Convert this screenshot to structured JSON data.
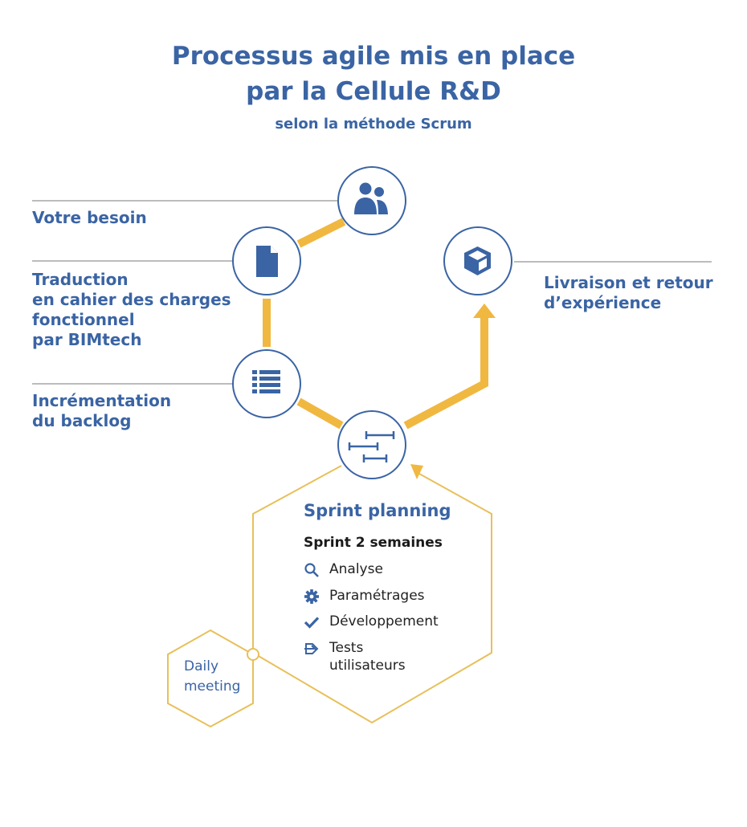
{
  "header": {
    "title_line1": "Processus agile mis en place",
    "title_line2": "par la Cellule R&D",
    "subtitle": "selon la méthode Scrum"
  },
  "steps": {
    "besoin": {
      "label": "Votre besoin",
      "icon": "users-icon"
    },
    "traduction": {
      "lines": [
        "Traduction",
        "en cahier des charges",
        "fonctionnel",
        "par BIMtech"
      ],
      "icon": "document-icon"
    },
    "backlog": {
      "lines": [
        "Incrémentation",
        "du backlog"
      ],
      "icon": "list-icon"
    },
    "livraison": {
      "lines": [
        "Livraison et retour",
        "d’expérience"
      ],
      "icon": "package-box-icon"
    },
    "sprint": {
      "icon": "timeline-bars-icon"
    }
  },
  "sprint_planning": {
    "title": "Sprint planning",
    "subtitle": "Sprint 2 semaines",
    "tasks": [
      {
        "label": "Analyse",
        "icon": "search-icon"
      },
      {
        "label": "Paramétrages",
        "icon": "gear-icon"
      },
      {
        "label": "Développement",
        "icon": "check-icon"
      },
      {
        "label": "Tests\nutilisateurs",
        "lines": [
          "Tests",
          "utilisateurs"
        ],
        "icon": "ticket-tools-icon"
      }
    ]
  },
  "daily_meeting": {
    "lines": [
      "Daily",
      "meeting"
    ]
  },
  "colors": {
    "primary_blue": "#3a64a4",
    "accent_yellow": "#f0b840",
    "line_gray": "#7a7a7a",
    "outline_yellow": "#e8c05a"
  }
}
